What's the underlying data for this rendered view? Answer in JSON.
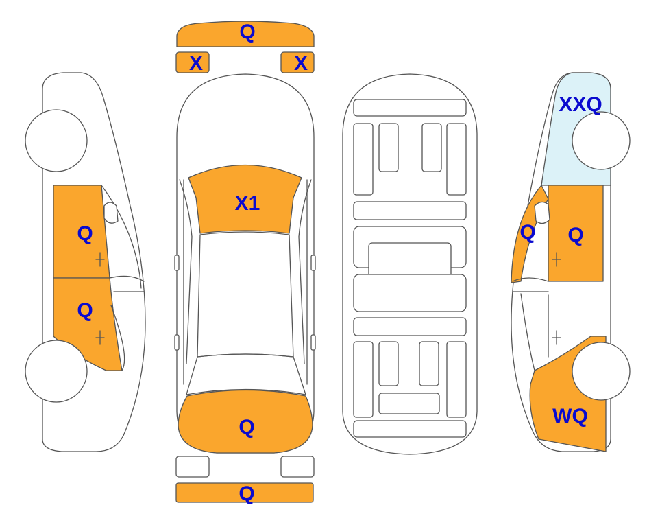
{
  "colors": {
    "damaged": "#FAA62D",
    "glass_damaged": "#DCF2F8",
    "label": "#0A0ACF",
    "outline": "#555555"
  },
  "labels": {
    "front_bumper_top": "Q",
    "front_lamp_left": "X",
    "front_lamp_right": "X",
    "hood": "X1",
    "left_front_door": "Q",
    "left_rear_door": "Q",
    "trunk": "Q",
    "rear_bumper": "Q",
    "right_rear_glass": "XXQ",
    "right_front_fender_edge": "Q",
    "right_front_door": "Q",
    "right_front_fender": "WQ"
  }
}
